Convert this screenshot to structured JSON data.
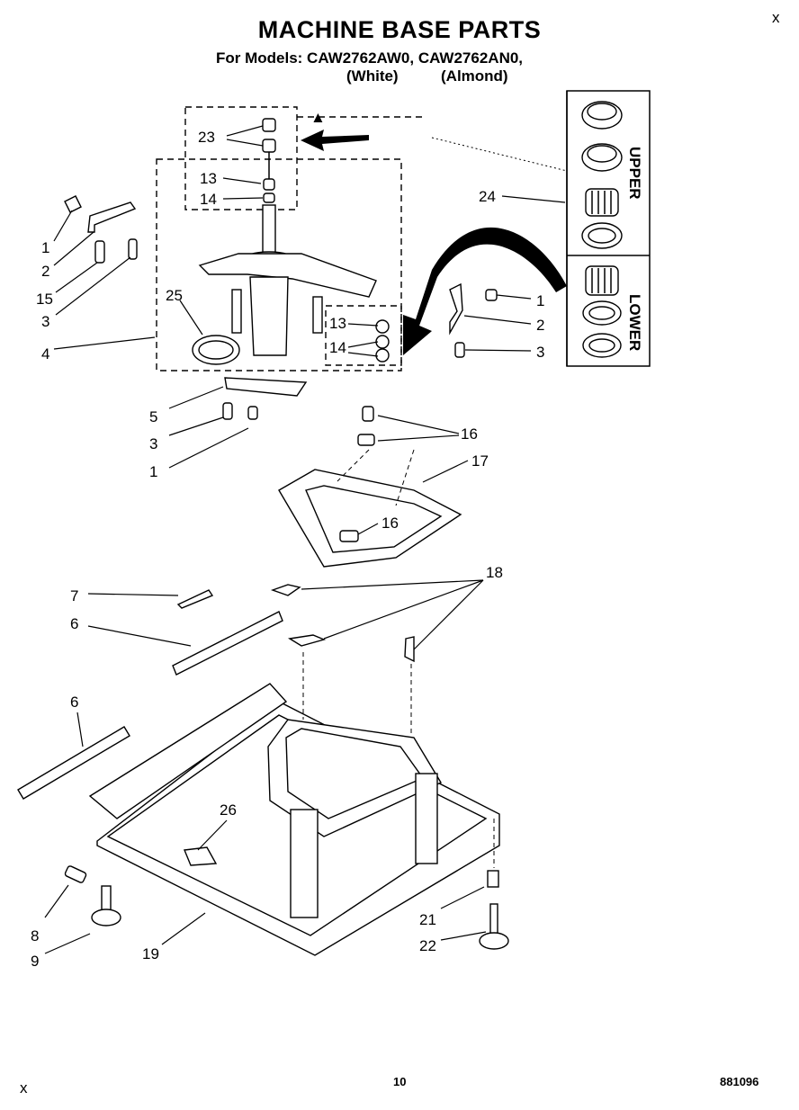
{
  "header": {
    "title": "MACHINE BASE PARTS",
    "models": "For Models: CAW2762AW0, CAW2762AN0,",
    "color_white": "(White)",
    "color_almond": "(Almond)"
  },
  "footer": {
    "page_number": "10",
    "document_code": "881096"
  },
  "seal_kit": {
    "upper_label": "UPPER",
    "lower_label": "LOWER"
  },
  "callouts": {
    "c1a": "1",
    "c2a": "2",
    "c15": "15",
    "c3a": "3",
    "c4": "4",
    "c23": "23",
    "c13a": "13",
    "c14a": "14",
    "c25": "25",
    "c13b": "13",
    "c14b": "14",
    "c24": "24",
    "c1b": "1",
    "c2b": "2",
    "c3b": "3",
    "c5": "5",
    "c3c": "3",
    "c1c": "1",
    "c16a": "16",
    "c17": "17",
    "c16b": "16",
    "c7": "7",
    "c6a": "6",
    "c18": "18",
    "c6b": "6",
    "c26": "26",
    "c8": "8",
    "c9": "9",
    "c19": "19",
    "c21": "21",
    "c22": "22"
  }
}
